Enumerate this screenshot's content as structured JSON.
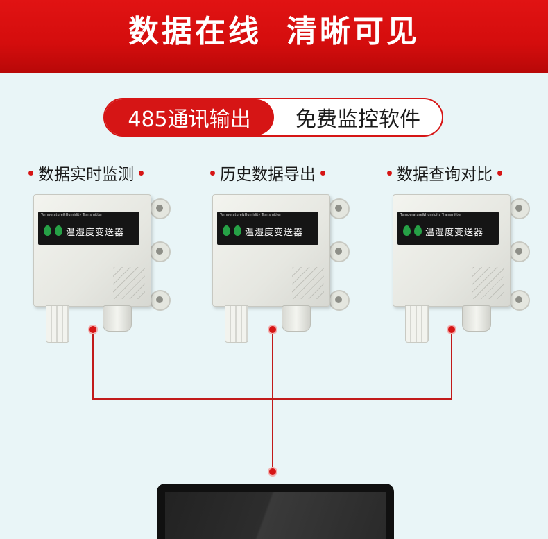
{
  "header": {
    "title_part1": "数据在线",
    "title_part2": "清晰可见"
  },
  "badge": {
    "left_label": "485通讯输出",
    "right_label": "免费监控软件"
  },
  "features": [
    {
      "label": "数据实时监测"
    },
    {
      "label": "历史数据导出"
    },
    {
      "label": "数据查询对比"
    }
  ],
  "device": {
    "label_en": "Temperature&Humidity Transmitter",
    "label_cn": "温湿度变送器"
  },
  "colors": {
    "header_red": "#d40d0d",
    "accent_red": "#d61515",
    "background": "#e9f5f7"
  }
}
